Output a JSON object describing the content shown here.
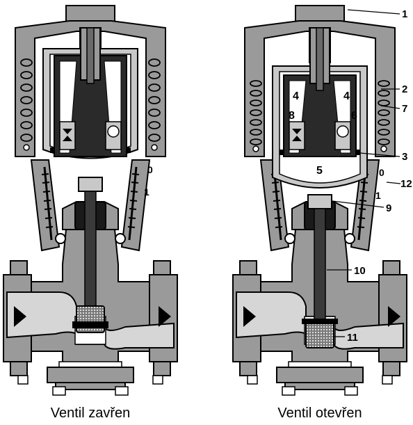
{
  "captions": {
    "left": "Ventil zavřen",
    "right": "Ventil otevřen"
  },
  "scale": {
    "zero": "0",
    "one": "1"
  },
  "inner_labels": {
    "chamber_upper_left": "4",
    "chamber_upper_right": "4",
    "chamber_lower": "5",
    "pilot_left": "8",
    "pilot_right": "6"
  },
  "callouts": {
    "c1": "1",
    "c2": "2",
    "c7": "7",
    "c3": "3",
    "c12": "12",
    "c9": "9",
    "c10": "10",
    "c11": "11"
  },
  "colors": {
    "body_gray": "#9a9a9a",
    "dark_gray": "#3a3a3a",
    "light_gray": "#c8c8c8",
    "black": "#000000"
  }
}
